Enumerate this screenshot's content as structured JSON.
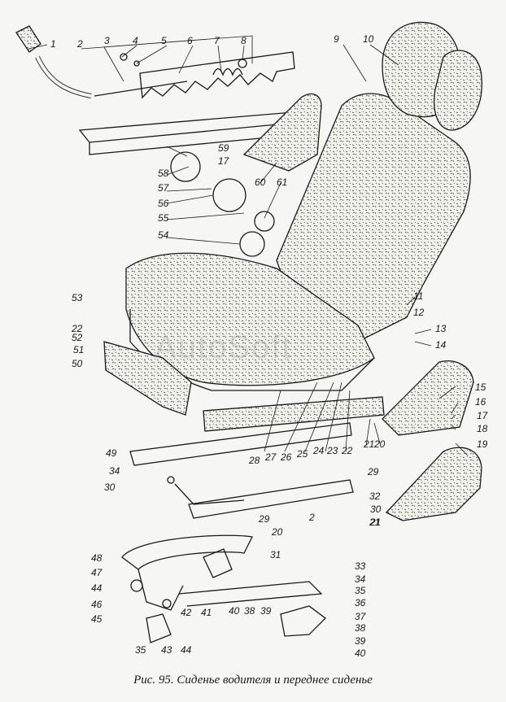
{
  "caption": "Рис. 95. Сиденье водителя и переднее сиденье",
  "watermark": "AutoSoft",
  "labels": [
    "1",
    "2",
    "3",
    "4",
    "5",
    "6",
    "7",
    "8",
    "9",
    "10",
    "11",
    "12",
    "13",
    "14",
    "15",
    "16",
    "17",
    "18",
    "19",
    "20",
    "21",
    "22",
    "23",
    "24",
    "25",
    "26",
    "27",
    "28",
    "29",
    "30",
    "31",
    "32",
    "33",
    "34",
    "35",
    "36",
    "37",
    "38",
    "39",
    "40",
    "41",
    "42",
    "43",
    "44",
    "45",
    "46",
    "47",
    "48",
    "49",
    "50",
    "51",
    "52",
    "53",
    "54",
    "55",
    "56",
    "57",
    "58",
    "59",
    "60",
    "61"
  ],
  "extra_labels": [
    "2",
    "20",
    "22",
    "17",
    "21",
    "29",
    "30",
    "34",
    "35",
    "44",
    "38",
    "39",
    "40",
    "21"
  ]
}
